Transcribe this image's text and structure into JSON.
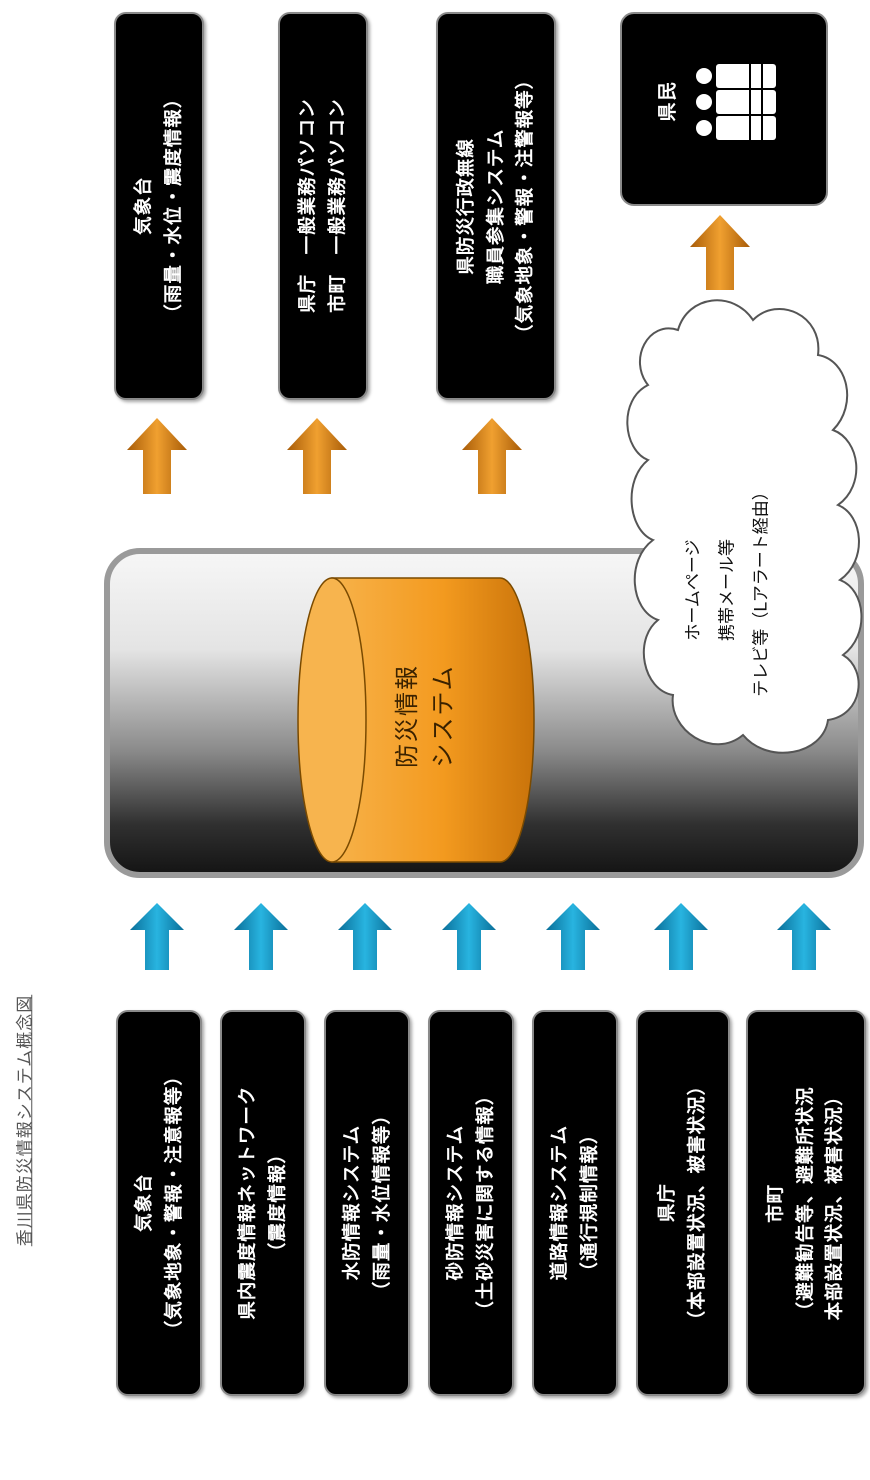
{
  "caption": "香川県防災情報システム概念図",
  "system": {
    "name_line1": "防災情報",
    "name_line2": "システム"
  },
  "inputs": [
    {
      "line1": "気象台",
      "line2": "（気象地象・警報・注意報等）"
    },
    {
      "line1": "県内震度情報ネットワーク",
      "line2": "（震度情報）"
    },
    {
      "line1": "水防情報システム",
      "line2": "（雨量・水位情報等）"
    },
    {
      "line1": "砂防情報システム",
      "line2": "（土砂災害に関する情報）"
    },
    {
      "line1": "道路情報システム",
      "line2": "（通行規制情報）"
    },
    {
      "line1": "県庁",
      "line2": "（本部設置状況、被害状況）"
    },
    {
      "line1": "市町",
      "line2": "（避難勧告等、避難所状況",
      "line3": "本部設置状況、被害状況）"
    }
  ],
  "outputs": [
    {
      "line1": "気象台",
      "line2": "（雨量・水位・震度情報）"
    },
    {
      "line1": "県庁　一般業務パソコン",
      "line2": "市町　一般業務パソコン"
    },
    {
      "line1": "県防災行政無線",
      "line2": "職員参集システム",
      "line3": "（気象地象・警報・注警報等）"
    }
  ],
  "cloud": {
    "line1": "ホームページ",
    "line2": "携帯メール等",
    "line3": "テレビ等（Lアラート経由）"
  },
  "residents": {
    "label": "県民"
  },
  "colors": {
    "input_arrow": "#1aa3d1",
    "output_arrow": "#d98a16",
    "cylinder": "#f39a1f",
    "box": "#000000"
  }
}
